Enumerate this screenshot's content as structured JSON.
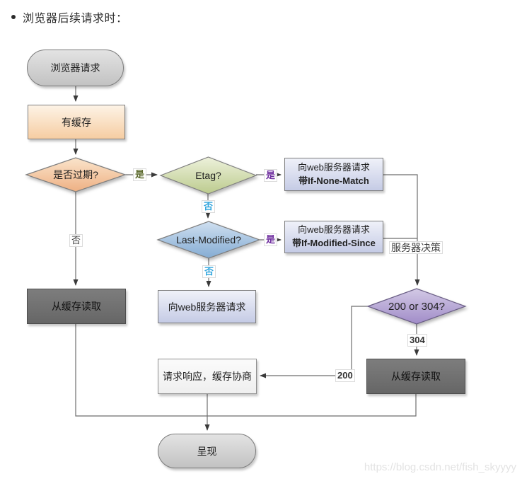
{
  "page": {
    "bullet_text": "浏览器后续请求时："
  },
  "flowchart": {
    "nodes": {
      "browser_request": {
        "label": "浏览器请求"
      },
      "has_cache": {
        "label": "有缓存"
      },
      "is_expired": {
        "label": "是否过期?"
      },
      "etag": {
        "label": "Etag?"
      },
      "req_if_none_match": {
        "line1": "向web服务器请求",
        "line2": "带If-None-Match"
      },
      "last_modified": {
        "label": "Last-Modified?"
      },
      "req_if_modified_since": {
        "line1": "向web服务器请求",
        "line2": "带If-Modified-Since"
      },
      "read_cache_left": {
        "label": "从缓存读取"
      },
      "req_web_server": {
        "label": "向web服务器请求"
      },
      "status_200_304": {
        "label": "200 or 304?"
      },
      "read_cache_right": {
        "label": "从缓存读取"
      },
      "response_negotiate": {
        "label": "请求响应，缓存协商"
      },
      "render": {
        "label": "呈现"
      }
    },
    "edge_labels": {
      "yes_expired": "是",
      "no_expired": "否",
      "yes_etag": "是",
      "no_etag": "否",
      "yes_last_modified": "是",
      "no_last_modified": "否",
      "server_decision": "服务器决策",
      "status_304": "304",
      "status_200": "200"
    },
    "colors": {
      "cache_box": "#f6cda2",
      "expired_diamond": "#eeb587",
      "etag_diamond": "#bccb8e",
      "last_modified_diamond": "#86aed4",
      "request_box": "#c5cbe5",
      "status_diamond": "#a08cc8",
      "dark_box": "#6f6f6f",
      "yes_green": "#5d6b2f",
      "yes_purple": "#7030a0",
      "no_blue": "#31a5dd"
    }
  },
  "watermark": "https://blog.csdn.net/fish_skyyyy"
}
